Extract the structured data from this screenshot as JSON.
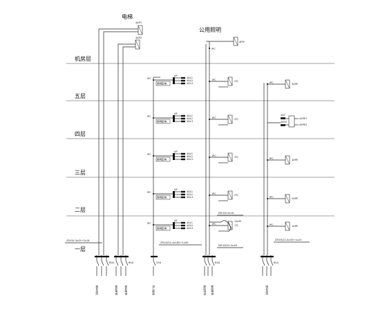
{
  "titles": {
    "elevator": "电梯",
    "public_lighting": "公用照明"
  },
  "floors": [
    "机房层",
    "五层",
    "四层",
    "三层",
    "二层",
    "一层"
  ],
  "cables": {
    "elevator_feed": "ZR-YJV-3x25+2x16",
    "lighting_feed": "ZR-YJV22-4x185+1x95",
    "public_feed_1": "NH-YJV-5x16",
    "public_feed_2": "NH-YJV22-5x16",
    "public_feed_3": "ZR-YJV22-4x35+1x25"
  },
  "devices": {
    "elevator_box_1": "4AP1",
    "elevator_box_2": "4AP2",
    "roof_box": "4PIP",
    "floor_tag": "IPC",
    "box_label": "照明配电",
    "ap_label": "AP",
    "al_labels": [
      "4AL1",
      "4AL2",
      "4AL3"
    ],
    "fire_boxes": [
      "4AT",
      "4ATE"
    ],
    "fire_targets": [
      "4APE1",
      "4APE2"
    ],
    "public_boxes": [
      "5TJ",
      "4TJ",
      "3TJ",
      "2TJ",
      "1TJ"
    ],
    "right_boxes": [
      "5APE",
      "3APE",
      "2APE",
      "1APE"
    ],
    "ground_box": "1ALM",
    "breaker_ratings": [
      "80A",
      "80A",
      "25A",
      "63A",
      "80A"
    ],
    "bottom_labels": [
      "消防电梯",
      "普通电梯",
      "普通电梯",
      "照明干线",
      "应急照明",
      "普通照明",
      "消防电源"
    ]
  }
}
